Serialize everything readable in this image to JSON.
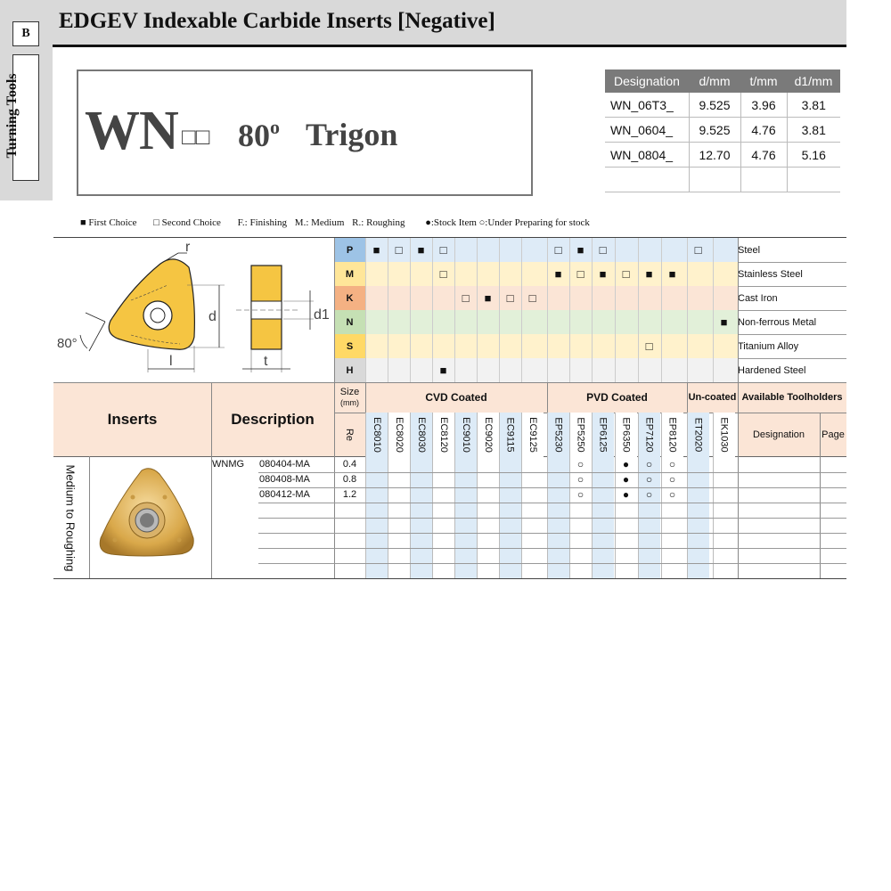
{
  "section": {
    "letter": "B",
    "tab_label": "Turning Tools"
  },
  "title": "EDGEV Indexable Carbide Inserts [Negative]",
  "insert": {
    "name": "WN",
    "boxes": "□□",
    "angle": "80",
    "angle_unit": "o",
    "shape": "Trigon"
  },
  "dimensions": {
    "headers": [
      "Designation",
      "d/mm",
      "t/mm",
      "d1/mm"
    ],
    "rows": [
      [
        "WN_06T3_",
        "9.525",
        "3.96",
        "3.81"
      ],
      [
        "WN_0604_",
        "9.525",
        "4.76",
        "3.81"
      ],
      [
        "WN_0804_",
        "12.70",
        "4.76",
        "5.16"
      ],
      [
        "",
        "",
        "",
        ""
      ]
    ]
  },
  "legend": {
    "first_choice": "■ First Choice",
    "second_choice": "□ Second Choice",
    "finishing": "F.: Finishing",
    "medium": "M.: Medium",
    "roughing": "R.: Roughing",
    "stock": "●:Stock Item ○:Under Preparing for stock"
  },
  "diagram_labels": {
    "r": "r",
    "d": "d",
    "d1": "d1",
    "angle": "80°",
    "l": "l",
    "t": "t"
  },
  "materials": [
    {
      "code": "P",
      "name": "Steel",
      "color": "#9dc3e6",
      "bg": "#deebf7"
    },
    {
      "code": "M",
      "name": "Stainless Steel",
      "color": "#ffe699",
      "bg": "#fff2cc"
    },
    {
      "code": "K",
      "name": "Cast Iron",
      "color": "#f4b183",
      "bg": "#fbe5d6"
    },
    {
      "code": "N",
      "name": "Non-ferrous Metal",
      "color": "#c5e0b4",
      "bg": "#e2f0d9"
    },
    {
      "code": "S",
      "name": "Titanium Alloy",
      "color": "#ffd966",
      "bg": "#fff2cc"
    },
    {
      "code": "H",
      "name": "Hardened Steel",
      "color": "#d9d9d9",
      "bg": "#f2f2f2"
    }
  ],
  "grades": [
    "EC8010",
    "EC8020",
    "EC8030",
    "EC8120",
    "EC9010",
    "EC9020",
    "EC9115",
    "EC9125",
    "EP5230",
    "EP5250",
    "EP6125",
    "EP6350",
    "EP7120",
    "EP8120",
    "ET2020",
    "EK1030"
  ],
  "applicability": {
    "P": [
      "■",
      "□",
      "■",
      "□",
      "",
      "",
      "",
      "",
      "□",
      "■",
      "□",
      "",
      "",
      "",
      "□",
      ""
    ],
    "M": [
      "",
      "",
      "",
      "□",
      "",
      "",
      "",
      "",
      "■",
      "□",
      "■",
      "□",
      "■",
      "■",
      "",
      ""
    ],
    "K": [
      "",
      "",
      "",
      "",
      "□",
      "■",
      "□",
      "□",
      "",
      "",
      "",
      "",
      "",
      "",
      "",
      ""
    ],
    "N": [
      "",
      "",
      "",
      "",
      "",
      "",
      "",
      "",
      "",
      "",
      "",
      "",
      "",
      "",
      "",
      "■"
    ],
    "S": [
      "",
      "",
      "",
      "",
      "",
      "",
      "",
      "",
      "",
      "",
      "",
      "",
      "□",
      "",
      "",
      ""
    ],
    "H": [
      "",
      "",
      "",
      "■",
      "",
      "",
      "",
      "",
      "",
      "",
      "",
      "",
      "",
      "",
      "",
      ""
    ]
  },
  "table_headers": {
    "inserts": "Inserts",
    "description": "Description",
    "size": "Size",
    "size_unit": "(mm)",
    "re": "Re",
    "cvd": "CVD Coated",
    "pvd": "PVD Coated",
    "uncoated": "Un-coated",
    "toolholders": "Available Toolholders",
    "designation": "Designation",
    "page": "Page"
  },
  "application": "Medium to Roughing",
  "rows": [
    {
      "type": "WNMG",
      "code": "080404-MA",
      "re": "0.4",
      "marks": [
        "",
        "",
        "",
        "",
        "",
        "",
        "",
        "",
        "",
        "○",
        "",
        "●",
        "○",
        "○",
        "",
        ""
      ]
    },
    {
      "type": "",
      "code": "080408-MA",
      "re": "0.8",
      "marks": [
        "",
        "",
        "",
        "",
        "",
        "",
        "",
        "",
        "",
        "○",
        "",
        "●",
        "○",
        "○",
        "",
        ""
      ]
    },
    {
      "type": "",
      "code": "080412-MA",
      "re": "1.2",
      "marks": [
        "",
        "",
        "",
        "",
        "",
        "",
        "",
        "",
        "",
        "○",
        "",
        "●",
        "○",
        "○",
        "",
        ""
      ]
    }
  ],
  "colors": {
    "insert_gold": "#f5c542",
    "header_gray": "#d9d9d9",
    "desc_bg": "#fbe5d6",
    "blue_col": "#ddebf7"
  }
}
